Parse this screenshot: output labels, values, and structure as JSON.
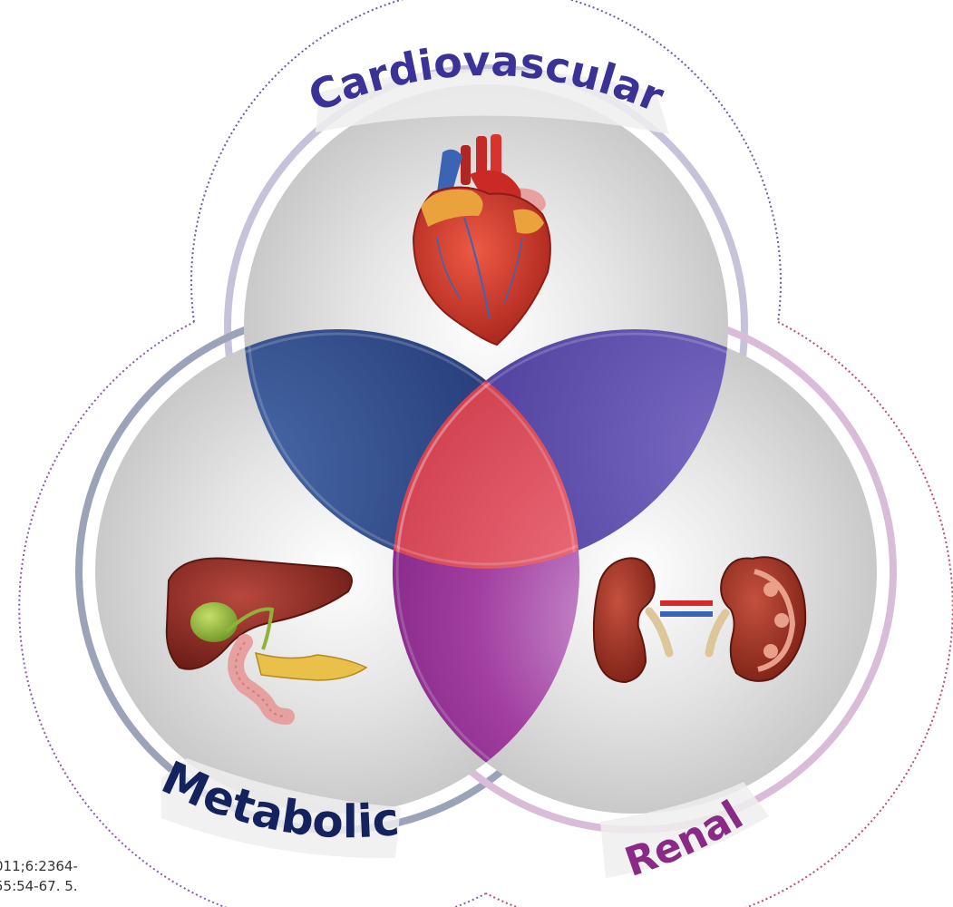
{
  "diagram": {
    "labels": {
      "top": "Cardiovascular",
      "left": "Metabolic",
      "right": "Renal"
    },
    "colors": {
      "cardiovascular_label": "#3a3296",
      "metabolic_label": "#14235e",
      "renal_label": "#8a2a86",
      "cardio_metabolic_overlap": "#1c2f6e",
      "cardio_renal_overlap": "#4f3f9c",
      "metabolic_renal_overlap": "#9a2e94",
      "center_overlap": "#e2505d",
      "cardio_ring": "#c5c2da",
      "metabolic_ring": "#9ba3b8",
      "renal_ring": "#d9bcd8"
    },
    "icons": {
      "top": "heart-icon",
      "left": "liver-pancreas-icon",
      "right": "kidneys-icon"
    }
  },
  "reference": {
    "line1": "011;6:2364-",
    "line2": "55:54-67. 5."
  }
}
